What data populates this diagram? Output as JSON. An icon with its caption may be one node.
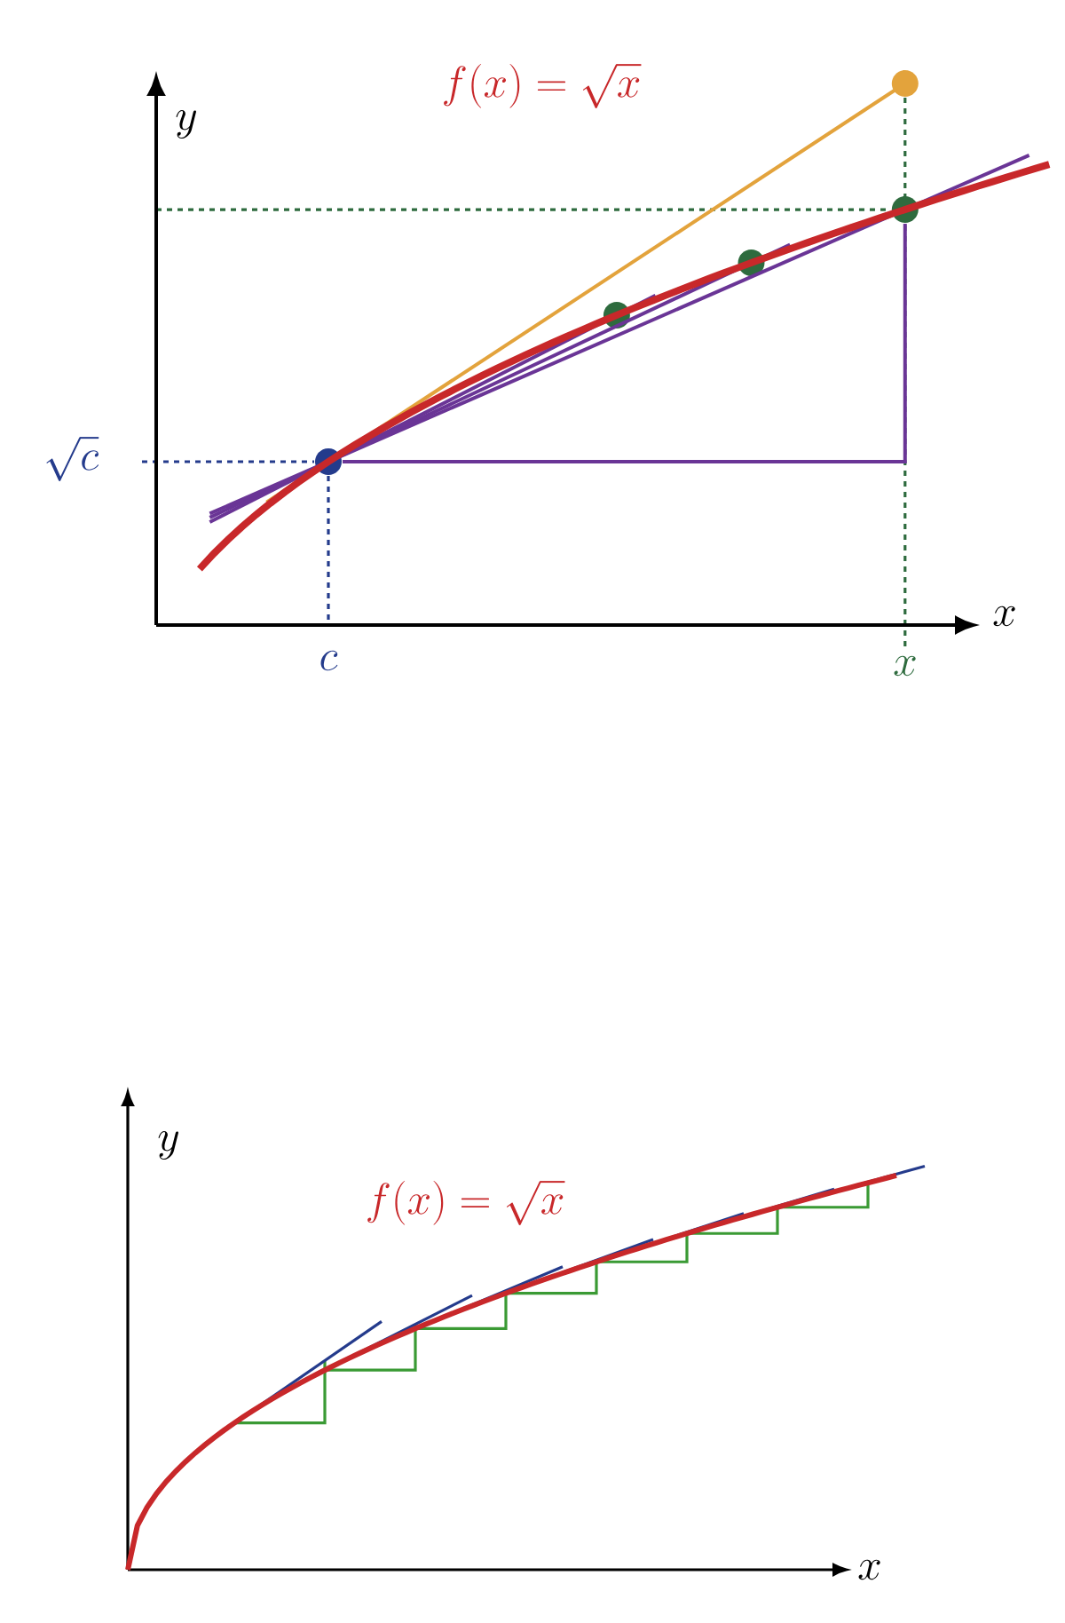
{
  "diagram": {
    "nodes": [
      {
        "text": [],
        "shape": "circle"
      },
      {
        "text": [],
        "shape": "circle"
      },
      {
        "text": [],
        "shape": "circle"
      },
      {
        "text": [],
        "shape": "circle"
      },
      {
        "text": [],
        "shape": "circle"
      }
    ],
    "edges": [
      {
        "from": 4,
        "to": 3,
        "arrow": "none"
      },
      {
        "from": 4,
        "to": 2,
        "arrow": "none"
      },
      {
        "from": 4,
        "to": 1,
        "arrow": "none"
      },
      {
        "from": 4,
        "to": 0,
        "arrow": "none",
        "color": "#e3a33c"
      }
    ],
    "labels": [
      "f(x)=\\sqrt{x}",
      "y",
      "\\sqrt{c}",
      "x",
      "c",
      "x",
      "y",
      "f(x)=\\sqrt{x}",
      "x"
    ]
  }
}
